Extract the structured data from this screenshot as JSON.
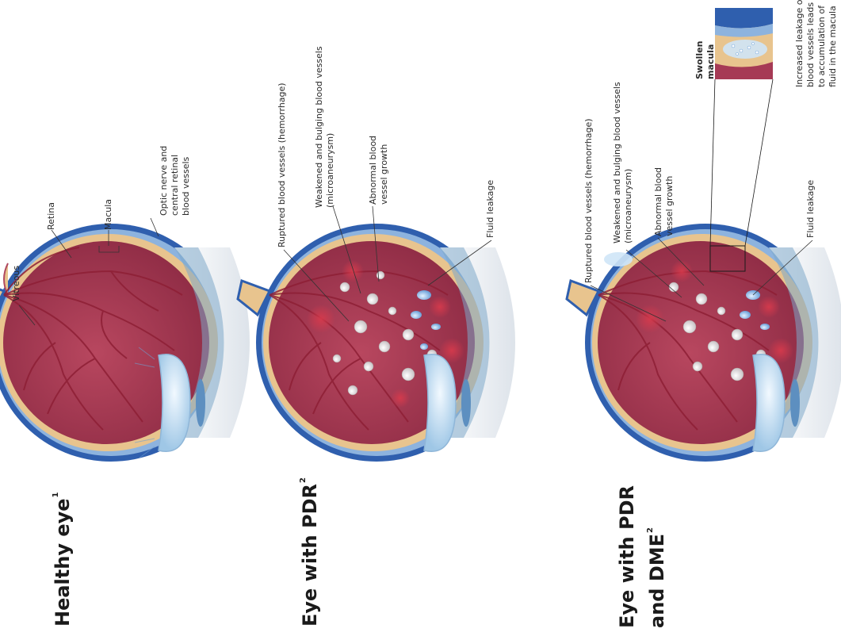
{
  "panels": [
    {
      "title": "Healthy eye",
      "title_sup": "1",
      "labels": [
        "Vitreous",
        "Retina",
        "Macula",
        "Optic nerve and",
        "central retinal",
        "blood vessels"
      ]
    },
    {
      "title": "Eye with PDR",
      "title_sup": "2",
      "labels": [
        "Ruptured blood vessels (hemorrhage)",
        "Weakened and bulging blood vessels",
        "(microaneurysm)",
        "Abnormal blood",
        "vessel growth",
        "Fluid leakage"
      ]
    },
    {
      "title_line1": "Eye with PDR",
      "title_line2": "and DME",
      "title_sup": "2",
      "labels": [
        "Ruptured blood vessels (hemorrhage)",
        "Weakened and bulging blood vessels",
        "(microaneurysm)",
        "Abnormal blood",
        "vessel growth",
        "Fluid leakage",
        "Swollen",
        "macula",
        "Increased leakage of",
        "blood vessels leads",
        "to accumulation of",
        "fluid in the macula"
      ]
    }
  ],
  "colors": {
    "sclera": "#2f5fae",
    "choroid": "#e8c48e",
    "vitreous": "#a63a55",
    "vessel": "#8e1f35",
    "lens": "#cfe6f7"
  }
}
